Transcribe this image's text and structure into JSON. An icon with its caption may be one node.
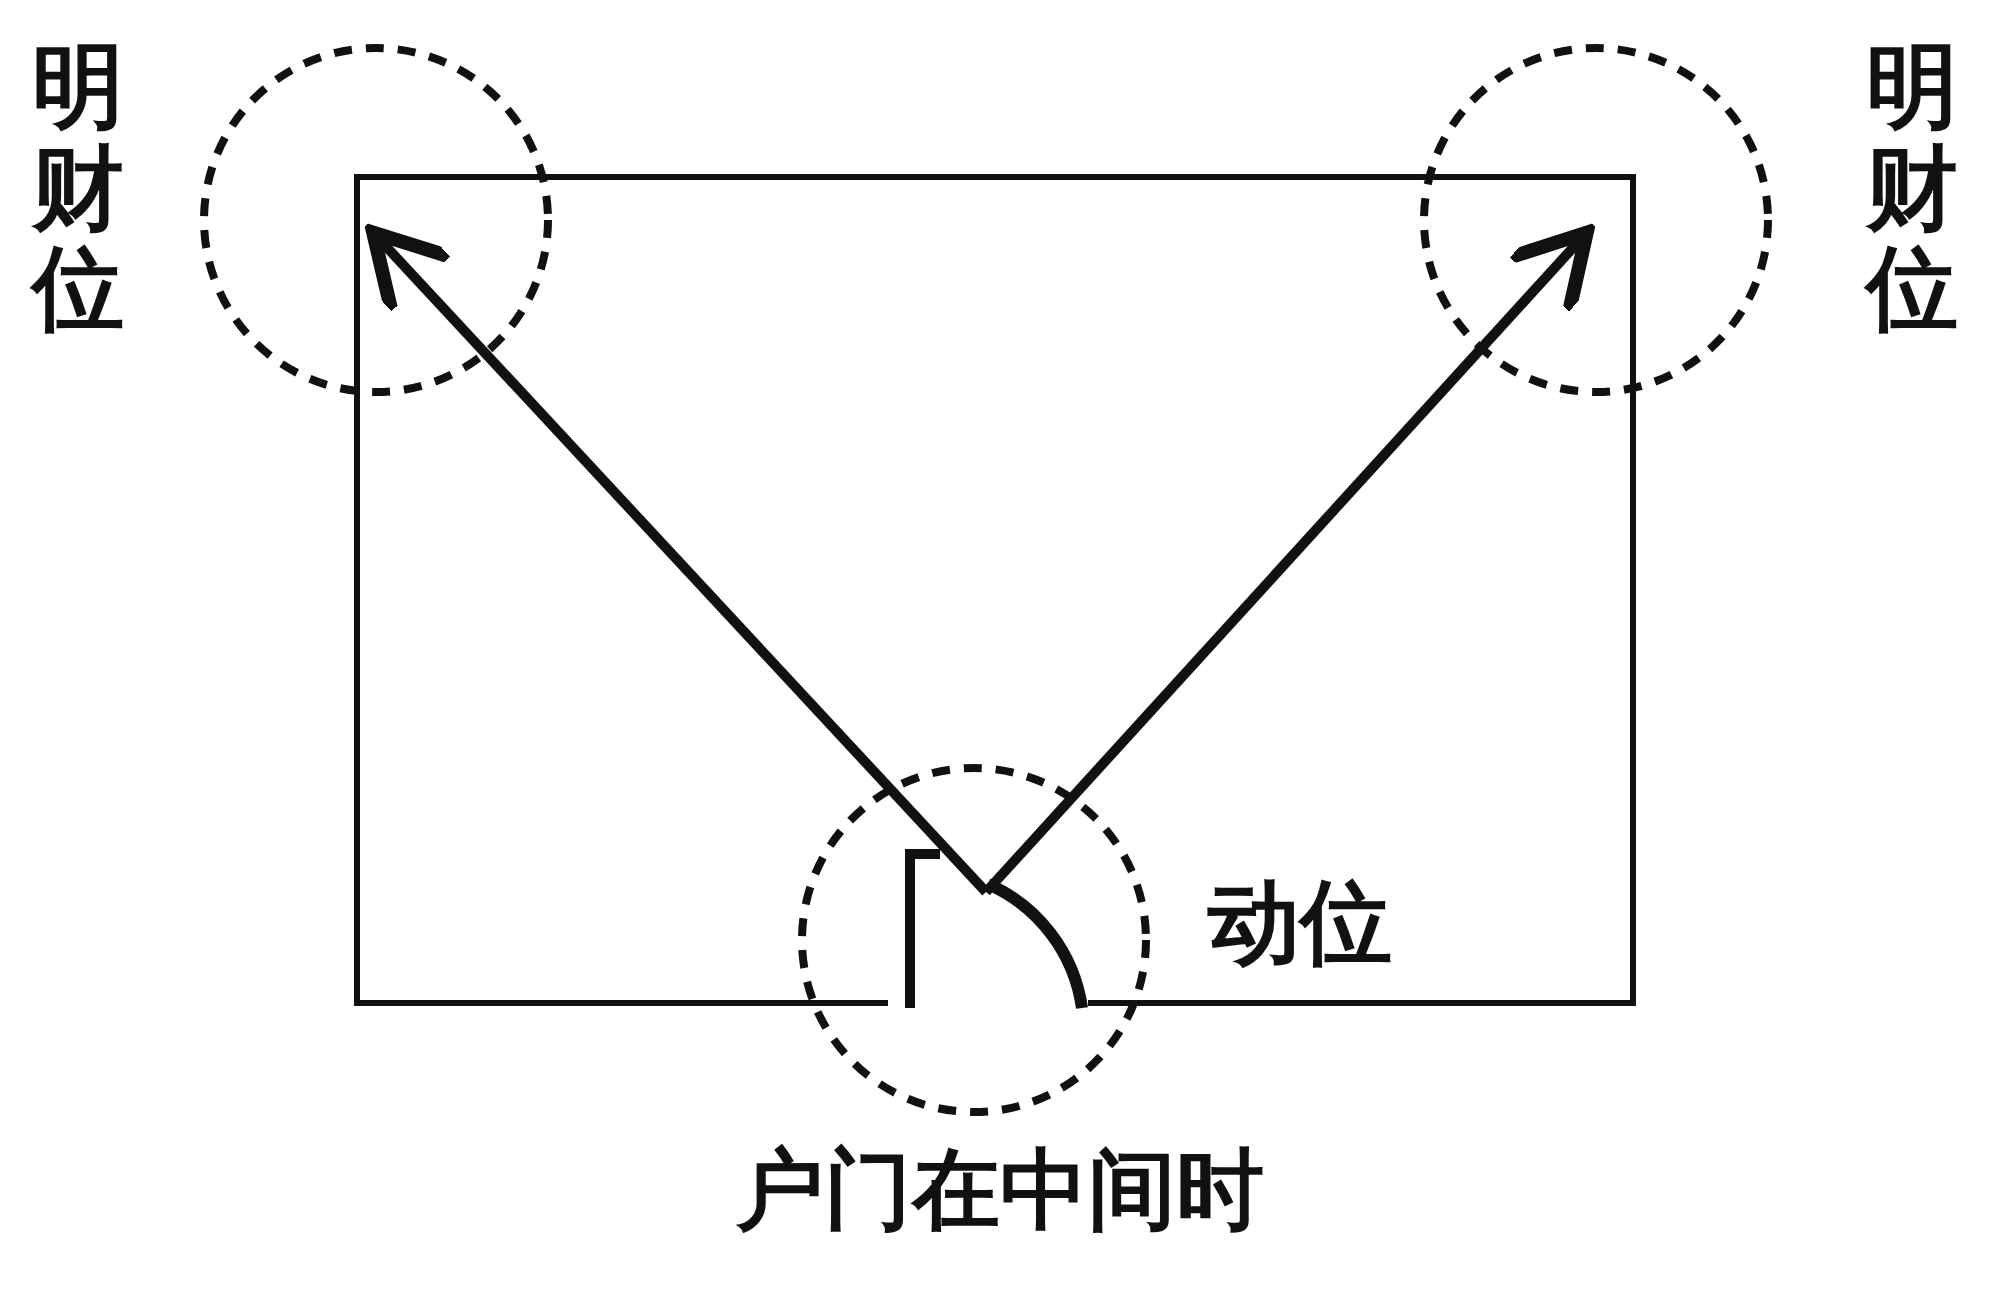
{
  "diagram": {
    "caption": "户门在中间时",
    "nodes": [
      {
        "text": [],
        "shape": "circle",
        "beside": [
          "明财位"
        ]
      },
      {
        "text": [],
        "shape": "circle",
        "beside": [
          "明财位"
        ]
      },
      {
        "text": [],
        "shape": "circle"
      }
    ],
    "edges": [
      {
        "from": 2,
        "to": 0,
        "arrow": "to"
      },
      {
        "from": 2,
        "to": 1,
        "arrow": "to"
      }
    ],
    "labels": [
      "动位"
    ]
  }
}
